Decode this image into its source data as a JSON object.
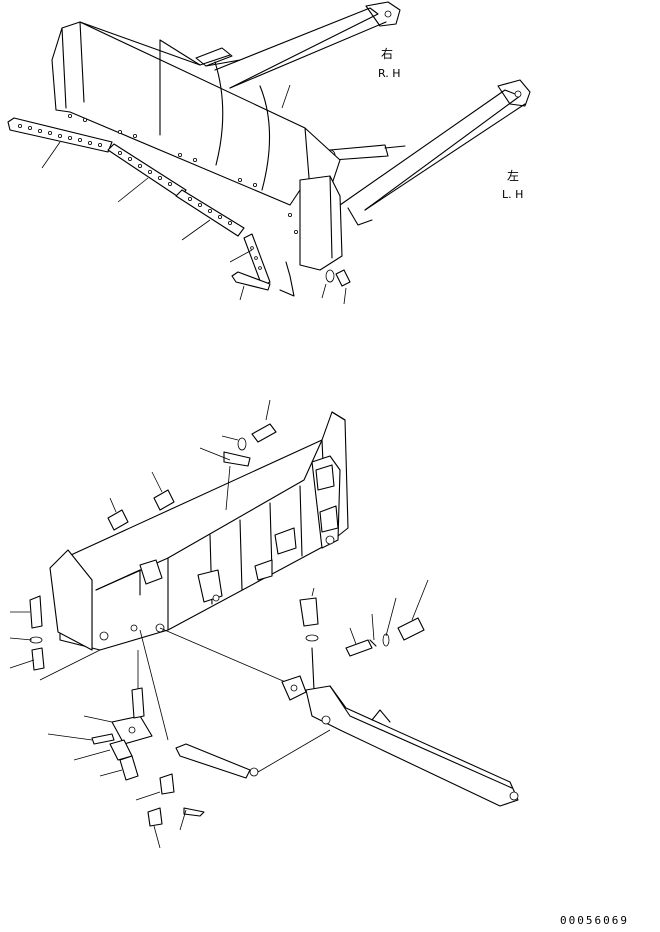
{
  "labels": {
    "rh_kanji": "右",
    "rh_text": "R. H",
    "lh_kanji": "左",
    "lh_text": "L. H"
  },
  "drawing_code": "00056069"
}
